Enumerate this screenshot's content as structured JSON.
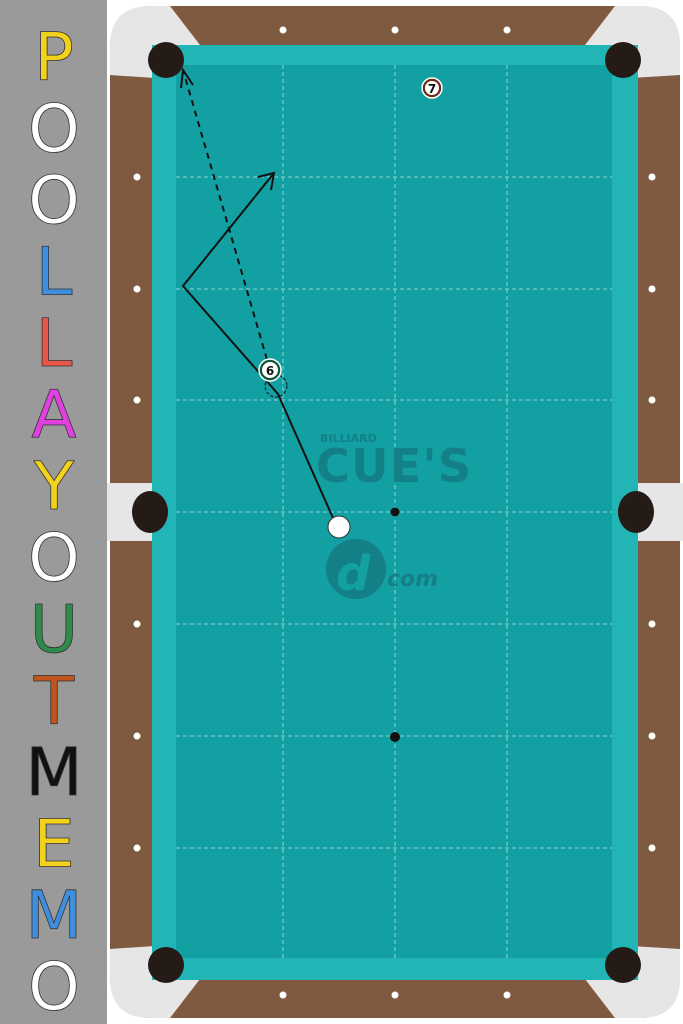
{
  "sidebar": {
    "letters": [
      {
        "char": "P",
        "color": "#f2d21b"
      },
      {
        "char": "O",
        "color": "#ffffff"
      },
      {
        "char": "O",
        "color": "#ffffff"
      },
      {
        "char": "L",
        "color": "#3f8fe0"
      },
      {
        "char": "L",
        "color": "#e8564a"
      },
      {
        "char": "A",
        "color": "#e040e0"
      },
      {
        "char": "Y",
        "color": "#f2d21b"
      },
      {
        "char": "O",
        "color": "#ffffff"
      },
      {
        "char": "U",
        "color": "#2e8b4a"
      },
      {
        "char": "T",
        "color": "#c0541a"
      },
      {
        "char": "M",
        "color": "#111111"
      },
      {
        "char": "E",
        "color": "#f2d21b"
      },
      {
        "char": "M",
        "color": "#3f8fe0"
      },
      {
        "char": "O",
        "color": "#ffffff"
      }
    ]
  },
  "table": {
    "rail_color": "#7f5a41",
    "cloth_color": "#12a0a2",
    "cushion_color": "#22b5b5",
    "pocket_color": "#241a16",
    "diamond_color": "#ffffff",
    "grid_color": "#ffffff"
  },
  "watermark": {
    "top_text": "BILLIARD",
    "main_text": "CUE'S",
    "logo_letter": "d",
    "suffix": "com",
    "color": "#137f86"
  },
  "balls": [
    {
      "label": "7",
      "kind": "object-7"
    },
    {
      "label": "6",
      "kind": "object-6"
    },
    {
      "label": "",
      "kind": "cue-ball"
    }
  ],
  "shot": {
    "cue_path_style": "solid",
    "object_path_style": "dashed"
  }
}
